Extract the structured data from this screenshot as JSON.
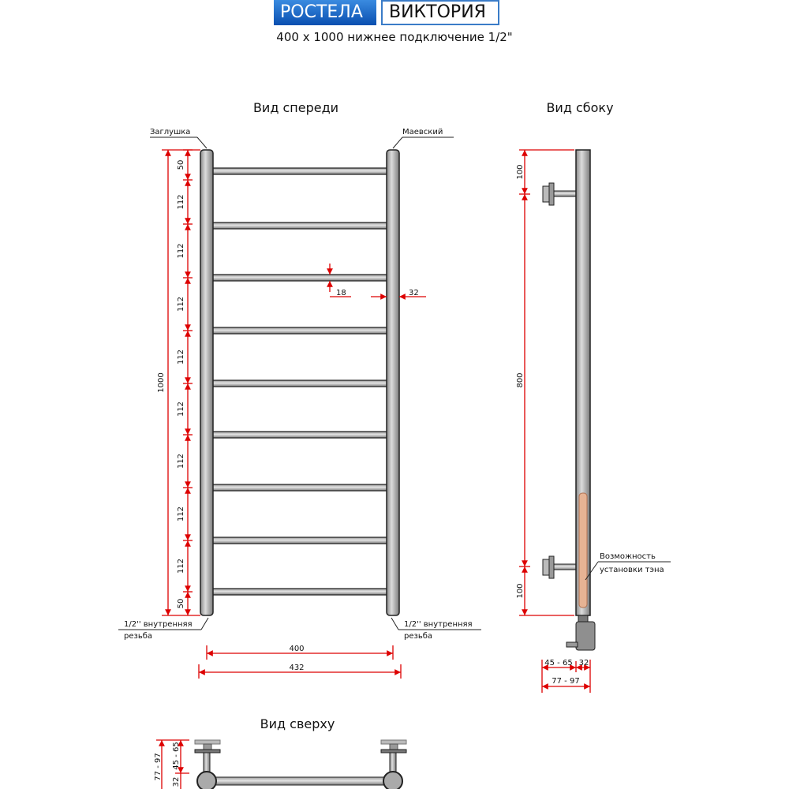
{
  "header": {
    "brand": "РОСТЕЛА",
    "model": "ВИКТОРИЯ",
    "subtitle": "400 x 1000 нижнее подключение 1/2\""
  },
  "front_view": {
    "title": "Вид спереди",
    "label_plug": "Заглушка",
    "label_valve": "Маевский",
    "thread_left_1": "1/2'' внутренняя",
    "thread_left_2": "резьба",
    "thread_right_1": "1/2'' внутренняя",
    "thread_right_2": "резьба",
    "dims": {
      "total_height": "1000",
      "top_offset": "50",
      "bottom_offset": "50",
      "step": "112",
      "rung_diameter": "18",
      "pole_diameter": "32",
      "center_distance": "400",
      "overall_width": "432"
    }
  },
  "side_view": {
    "title": "Вид сбоку",
    "heater_note_1": "Возможность",
    "heater_note_2": "установки тэна",
    "dims": {
      "top": "100",
      "middle": "800",
      "bottom": "100",
      "wall_gap": "45 - 65",
      "pole": "32",
      "total_depth": "77 - 97"
    }
  },
  "top_view": {
    "title": "Вид сверху",
    "dims": {
      "total_depth": "77 - 97",
      "wall_gap": "45 - 65",
      "pole": "32"
    }
  },
  "colors": {
    "dimension": "#dd0000",
    "heater": "#e6b394",
    "brand": "#0a5cc0"
  }
}
